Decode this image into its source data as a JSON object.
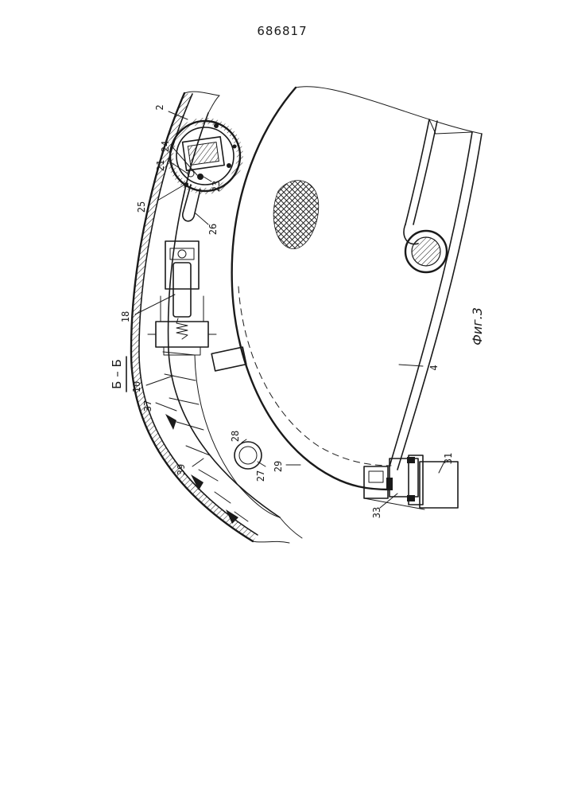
{
  "document": {
    "patent_number": "686817",
    "section_label": "Б – Б",
    "figure_caption": "Фиг.3"
  },
  "callouts": [
    {
      "id": "c2",
      "text": "2"
    },
    {
      "id": "c24",
      "text": "24"
    },
    {
      "id": "c21",
      "text": "21"
    },
    {
      "id": "c25",
      "text": "25"
    },
    {
      "id": "c23",
      "text": "23"
    },
    {
      "id": "c26",
      "text": "26"
    },
    {
      "id": "c18",
      "text": "18"
    },
    {
      "id": "c10",
      "text": "10"
    },
    {
      "id": "c37",
      "text": "37"
    },
    {
      "id": "c39",
      "text": "39"
    },
    {
      "id": "c28",
      "text": "28"
    },
    {
      "id": "c27",
      "text": "27"
    },
    {
      "id": "c29",
      "text": "29"
    },
    {
      "id": "c4",
      "text": "4"
    },
    {
      "id": "c33",
      "text": "33"
    },
    {
      "id": "c31",
      "text": "31"
    }
  ]
}
